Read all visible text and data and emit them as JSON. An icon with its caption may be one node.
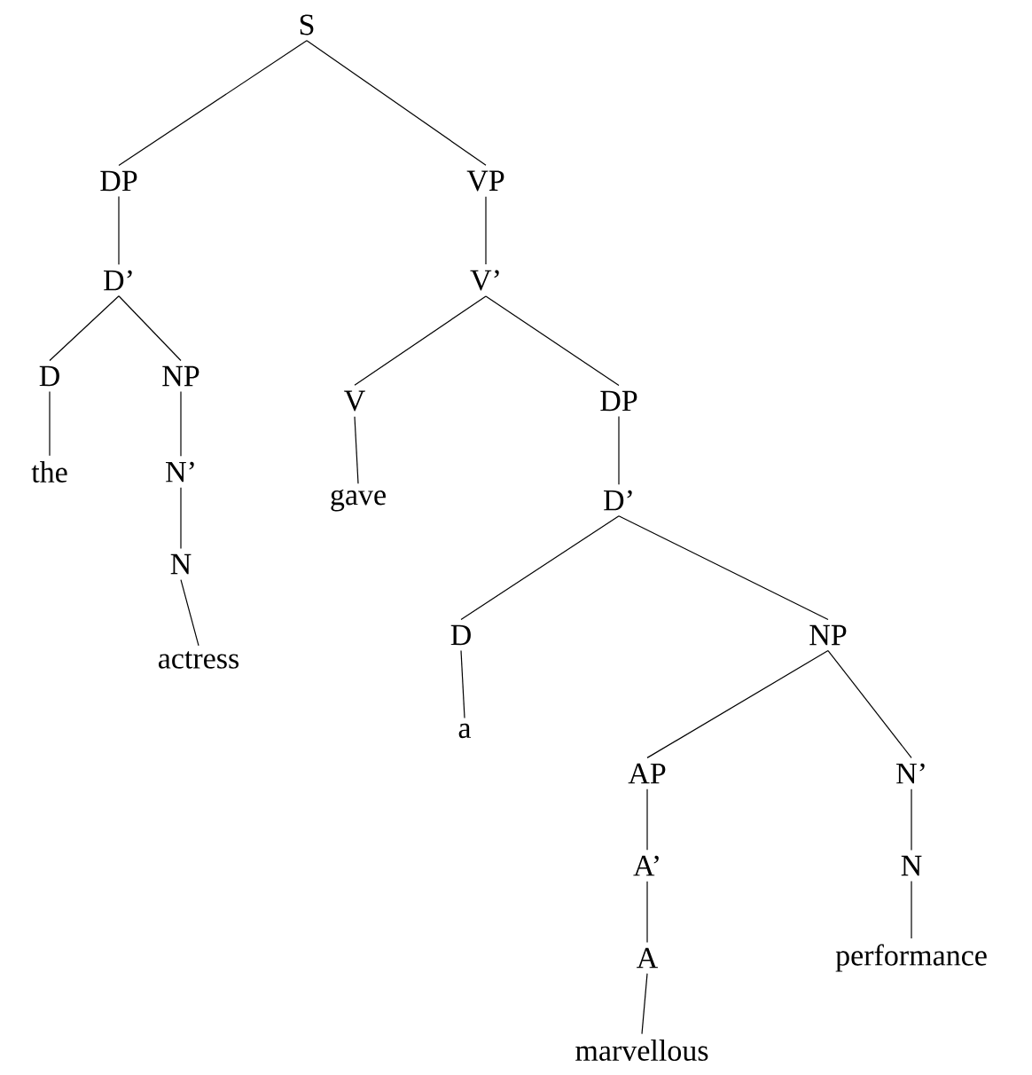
{
  "diagram": {
    "nodes": [
      {
        "text": [
          "S"
        ]
      },
      {
        "text": [
          "DP"
        ]
      },
      {
        "text": [
          "VP"
        ]
      },
      {
        "text": [
          "D’"
        ]
      },
      {
        "text": [
          "V’"
        ]
      },
      {
        "text": [
          "D"
        ]
      },
      {
        "text": [
          "NP"
        ]
      },
      {
        "text": [
          "the"
        ]
      },
      {
        "text": [
          "N’"
        ]
      },
      {
        "text": [
          "N"
        ]
      },
      {
        "text": [
          "actress"
        ]
      },
      {
        "text": [
          "V"
        ]
      },
      {
        "text": [
          "DP"
        ]
      },
      {
        "text": [
          "gave"
        ]
      },
      {
        "text": [
          "D’"
        ]
      },
      {
        "text": [
          "D"
        ]
      },
      {
        "text": [
          "NP"
        ]
      },
      {
        "text": [
          "a"
        ]
      },
      {
        "text": [
          "AP"
        ]
      },
      {
        "text": [
          "N’"
        ]
      },
      {
        "text": [
          "A’"
        ]
      },
      {
        "text": [
          "N"
        ]
      },
      {
        "text": [
          "A"
        ]
      },
      {
        "text": [
          "performance"
        ]
      },
      {
        "text": [
          "marvellous"
        ]
      }
    ],
    "edges": [
      {
        "from": 0,
        "to": 1,
        "arrow": "none"
      },
      {
        "from": 0,
        "to": 2,
        "arrow": "none"
      },
      {
        "from": 1,
        "to": 3,
        "arrow": "none"
      },
      {
        "from": 2,
        "to": 4,
        "arrow": "none"
      },
      {
        "from": 3,
        "to": 5,
        "arrow": "none"
      },
      {
        "from": 3,
        "to": 6,
        "arrow": "none"
      },
      {
        "from": 5,
        "to": 7,
        "arrow": "none"
      },
      {
        "from": 6,
        "to": 8,
        "arrow": "none"
      },
      {
        "from": 8,
        "to": 9,
        "arrow": "none"
      },
      {
        "from": 9,
        "to": 10,
        "arrow": "none"
      },
      {
        "from": 4,
        "to": 11,
        "arrow": "none"
      },
      {
        "from": 4,
        "to": 12,
        "arrow": "none"
      },
      {
        "from": 11,
        "to": 13,
        "arrow": "none"
      },
      {
        "from": 12,
        "to": 14,
        "arrow": "none"
      },
      {
        "from": 14,
        "to": 15,
        "arrow": "none"
      },
      {
        "from": 14,
        "to": 16,
        "arrow": "none"
      },
      {
        "from": 15,
        "to": 17,
        "arrow": "none"
      },
      {
        "from": 16,
        "to": 18,
        "arrow": "none"
      },
      {
        "from": 16,
        "to": 19,
        "arrow": "none"
      },
      {
        "from": 18,
        "to": 20,
        "arrow": "none"
      },
      {
        "from": 19,
        "to": 21,
        "arrow": "none"
      },
      {
        "from": 20,
        "to": 22,
        "arrow": "none"
      },
      {
        "from": 21,
        "to": 23,
        "arrow": "none"
      },
      {
        "from": 22,
        "to": 24,
        "arrow": "none"
      }
    ]
  }
}
